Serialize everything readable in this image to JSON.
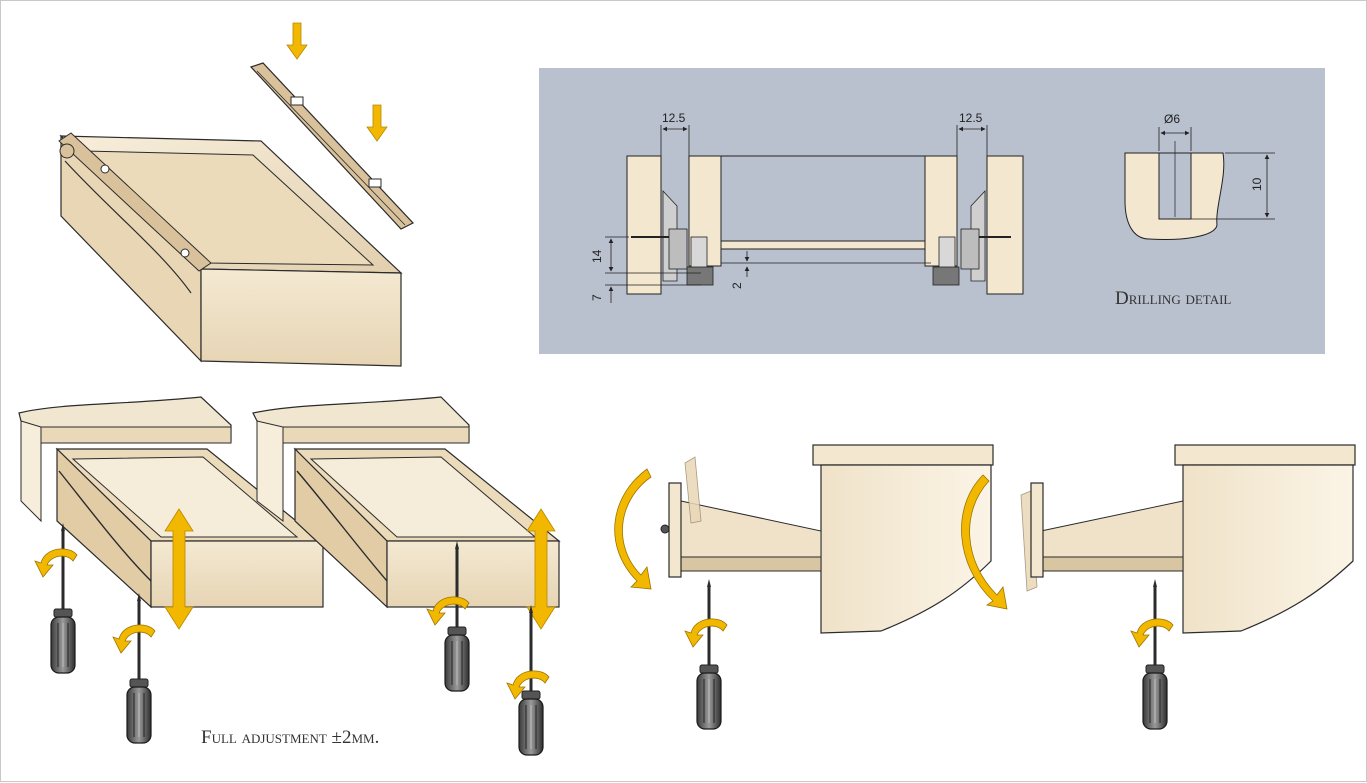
{
  "drawing": {
    "dimensions": {
      "left_gap": "12.5",
      "right_gap": "12.5",
      "height_14": "14",
      "height_7": "7",
      "gap_2": "2",
      "hole_diameter": "Ø6",
      "hole_depth": "10"
    },
    "drilling_caption": "Drilling detail"
  },
  "adjustment_caption": "Full adjustment ±2mm.",
  "colors": {
    "panel_bg": "#b9c0ce",
    "wood": "#f3e7cf",
    "wood_dark": "#dcc8a6",
    "arrow": "#f2b800",
    "outline": "#2b2b2b"
  },
  "icons": {
    "down_arrow": "down-arrow-icon",
    "rotate_arrow": "rotate-arrow-icon",
    "double_arrow": "double-arrow-icon",
    "screwdriver": "screwdriver-icon"
  }
}
